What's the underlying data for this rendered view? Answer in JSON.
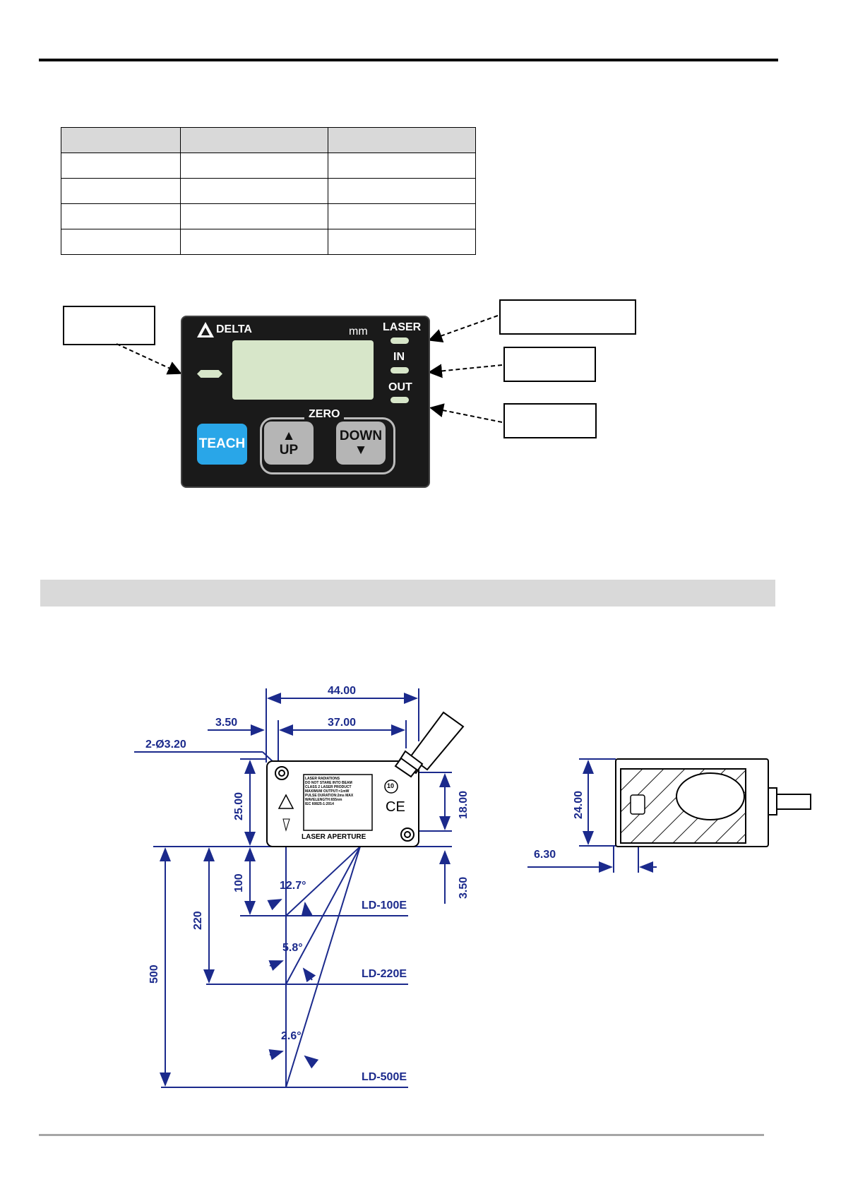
{
  "panel": {
    "brand": "DELTA",
    "unit_label": "mm",
    "indicator_laser": "LASER",
    "indicator_in": "IN",
    "indicator_out": "OUT",
    "zero_label": "ZERO",
    "teach_button": "TEACH",
    "up_button": "UP",
    "down_button": "DOWN"
  },
  "drawing": {
    "front": {
      "width_total": "44.00",
      "hole_spacing": "37.00",
      "hole_offset": "3.50",
      "hole_spec": "2-Ø3.20",
      "height": "25.00",
      "hole_vertical_spacing": "18.00",
      "hole_bottom_offset": "3.50",
      "label_lines": [
        "LASER RADIATIONS",
        "DO NOT STARE INTO BEAM",
        "CLASS 2 LASER PRODUCT",
        "MAXIMUM OUTPUT:<1mW",
        "PULSE DURATION:2ms MAX",
        "WAVELENGTH:655nm",
        "IEC 60825-1:2014"
      ],
      "aperture_label": "LASER APERTURE",
      "ce_mark": "CE",
      "badge": "10"
    },
    "ranges": [
      {
        "distance": "100",
        "angle": "12.7°",
        "model": "LD-100E"
      },
      {
        "distance": "220",
        "angle": "5.8°",
        "model": "LD-220E"
      },
      {
        "distance": "500",
        "angle": "2.6°",
        "model": "LD-500E"
      }
    ],
    "side": {
      "height": "24.00",
      "offset": "6.30"
    }
  }
}
